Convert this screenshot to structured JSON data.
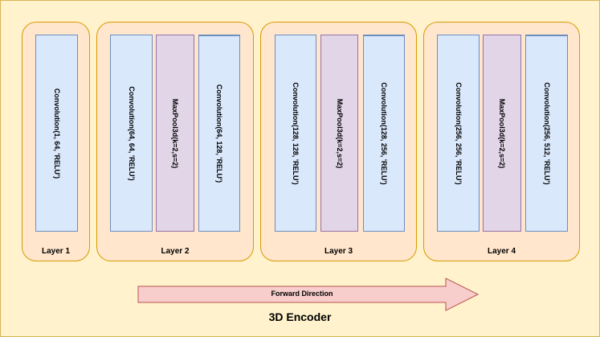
{
  "encoder": {
    "title": "3D Encoder",
    "arrow_label": "Forward Direction"
  },
  "layers": [
    {
      "label": "Layer 1",
      "blocks": [
        {
          "kind": "conv",
          "text": "Convolution(1, 64, 'RELU')"
        }
      ]
    },
    {
      "label": "Layer 2",
      "blocks": [
        {
          "kind": "conv",
          "text": "Convolution(64, 64, 'RELU')"
        },
        {
          "kind": "pool",
          "text": "MaxPool3d(k=2,s=2)"
        },
        {
          "kind": "conv",
          "text": "Convolution(64, 128, 'RELU')"
        }
      ]
    },
    {
      "label": "Layer 3",
      "blocks": [
        {
          "kind": "conv",
          "text": "Convolution(128, 128, 'RELU')"
        },
        {
          "kind": "pool",
          "text": "MaxPool3d(k=2,s=2)"
        },
        {
          "kind": "conv",
          "text": "Convolution(128, 256, 'RELU')"
        }
      ]
    },
    {
      "label": "Layer 4",
      "blocks": [
        {
          "kind": "conv",
          "text": "Convolution(256, 256, 'RELU')"
        },
        {
          "kind": "pool",
          "text": "MaxPool3d(k=2,s=2)"
        },
        {
          "kind": "conv",
          "text": "Convolution(256, 512, 'RELU')"
        }
      ]
    }
  ],
  "colors": {
    "background": "#fff2cc",
    "layer_fill": "#ffe6cc",
    "layer_border": "#d79b00",
    "conv_fill": "#dae8fc",
    "conv_border": "#6c8ebf",
    "pool_fill": "#e1d5e7",
    "pool_border": "#9673a6",
    "arrow_fill": "#f8cecc",
    "arrow_border": "#b85450"
  }
}
